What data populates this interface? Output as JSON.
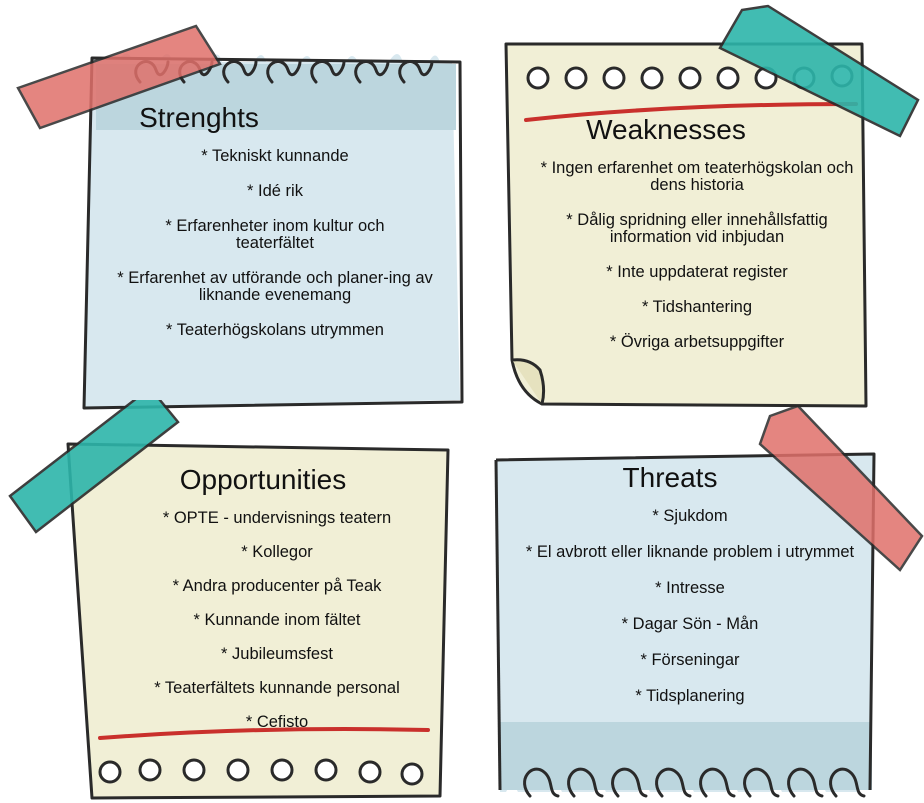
{
  "colors": {
    "blue_note": "#d8e8ef",
    "blue_band": "#bcd6de",
    "cream_note": "#f1efd6",
    "outline": "#2a2a2a",
    "red_tape": "#e0706a",
    "teal_tape": "#2db5aa",
    "red_underline": "#c9302c"
  },
  "strengths": {
    "title": "Strenghts",
    "items": [
      "* Tekniskt kunnande",
      "* Idé rik",
      "* Erfarenheter inom kultur och teaterfältet",
      "* Erfarenhet av utförande och planer-ing av liknande evenemang",
      "* Teaterhögskolans utrymmen"
    ]
  },
  "weaknesses": {
    "title": "Weaknesses",
    "items": [
      "* Ingen erfarenhet om teaterhögskolan och dens historia",
      "* Dålig spridning eller innehållsfattig information vid inbjudan",
      "* Inte uppdaterat register",
      "* Tidshantering",
      "* Övriga arbetsuppgifter"
    ]
  },
  "opportunities": {
    "title": "Opportunities",
    "items": [
      "* OPTE - undervisnings teatern",
      "* Kollegor",
      "* Andra producenter på Teak",
      "* Kunnande inom fältet",
      "* Jubileumsfest",
      "* Teaterfältets kunnande personal",
      "* Cefisto"
    ]
  },
  "threats": {
    "title": "Threats",
    "items": [
      "* Sjukdom",
      "* El avbrott eller liknande problem i utrymmet",
      "* Intresse",
      "* Dagar Sön - Mån",
      "* Förseningar",
      "* Tidsplanering"
    ]
  }
}
